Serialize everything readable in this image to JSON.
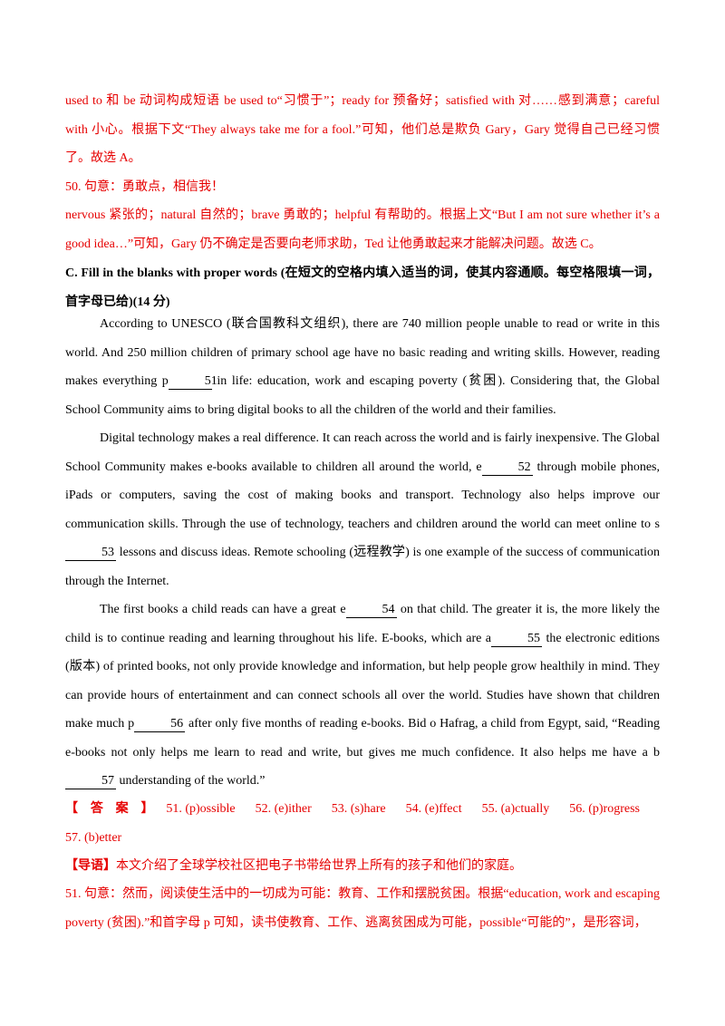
{
  "explanations_top": {
    "q49_text": "used to 和 be 动词构成短语 be used to“习惯于”；ready for 预备好；satisfied with 对……感到满意；careful with 小心。根据下文“They always take me for a fool.”可知，他们总是欺负 Gary，Gary 觉得自己已经习惯了。故选 A。",
    "q50_title": "50. 句意：勇敢点，相信我！",
    "q50_text": "nervous 紧张的；natural 自然的；brave 勇敢的；helpful 有帮助的。根据上文“But I am not sure whether it’s a good idea…”可知，Gary 仍不确定是否要向老师求助，Ted 让他勇敢起来才能解决问题。故选 C。"
  },
  "section": {
    "title": "C. Fill in the blanks with proper words (在短文的空格内填入适当的词，使其内容通顺。每空格限填一词，首字母已给)(14 分)"
  },
  "passage": {
    "p1_a": "According to UNESCO (联合国教科文组织), there are 740 million people unable to read or write in this world. And 250 million children of primary school age have no basic reading and writing skills. However, reading makes everything p",
    "b51": "51",
    "p1_b": " in life: education, work and escaping poverty (贫困). Considering that, the Global School Community aims to bring digital books to all the children of the world and their families.",
    "p2_a": "Digital technology makes a real difference. It can reach across the world and is fairly inexpensive. The Global School Community makes e-books available to children all around the world, e",
    "b52": "52",
    "p2_b": " through mobile phones, iPads or computers, saving the cost of making books and transport. Technology also helps improve our communication skills. Through the use of technology, teachers and children around the world can meet online to s",
    "b53": "53",
    "p2_c": " lessons and discuss ideas. Remote schooling (远程教学) is one example of the success of communication through the Internet.",
    "p3_a": "The first books a child reads can have a great e",
    "b54": "54",
    "p3_b": " on that child. The greater it is, the more likely the child is to continue reading and learning throughout his life. E-books, which are a",
    "b55": "55",
    "p3_c": " the electronic editions (版本) of printed books, not only provide knowledge and information, but help people grow healthily in mind. They can provide hours of entertainment and can connect schools all over the world. Studies have shown that children make much p",
    "b56": "56",
    "p3_d": " after only five months of reading e-books. Bid o Hafrag, a child from Egypt, said, “Reading e-books not only helps me learn to read and write, but gives me much confidence. It also helps me have a b",
    "b57": "57",
    "p3_e": " understanding of the world.”"
  },
  "answers": {
    "label": "【答案】",
    "items": [
      "51. (p)ossible",
      "52. (e)ither",
      "53. (s)hare",
      "54. (e)ffect",
      "55. (a)ctually",
      "56. (p)rogress",
      "57. (b)etter"
    ]
  },
  "guide": {
    "label": "【导语】",
    "text": "本文介绍了全球学校社区把电子书带给世界上所有的孩子和他们的家庭。"
  },
  "q51": {
    "text": "51. 句意：然而，阅读使生活中的一切成为可能：教育、工作和摆脱贫困。根据“education, work and escaping poverty (贫困).”和首字母 p 可知，读书使教育、工作、逃离贫困成为可能，possible“可能的”，是形容词，"
  },
  "colors": {
    "red": "#e60000",
    "text": "#000000"
  }
}
